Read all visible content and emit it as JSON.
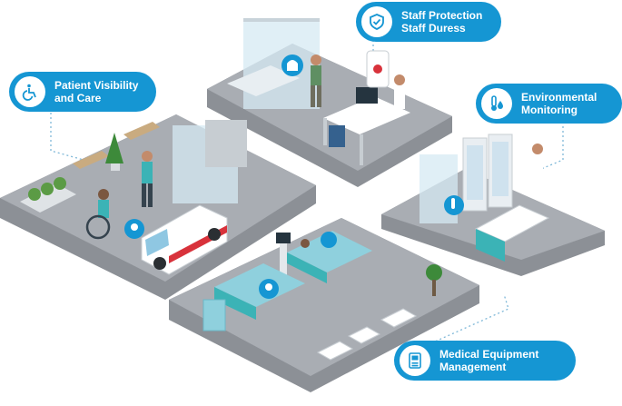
{
  "callouts": {
    "staff": {
      "line1": "Staff Protection",
      "line2": "Staff Duress",
      "icon": "shield-check-icon"
    },
    "patient": {
      "line1": "Patient Visibility",
      "line2": "and Care",
      "icon": "wheelchair-icon"
    },
    "environment": {
      "line1": "Environmental",
      "line2": "Monitoring",
      "icon": "thermometer-droplet-icon"
    },
    "equipment": {
      "line1": "Medical Equipment",
      "line2": "Management",
      "icon": "medical-device-icon"
    }
  },
  "colors": {
    "brand_blue": "#1596d3",
    "platform": "#a9adb3",
    "platform_side": "#8c9096",
    "ambulance_red": "#d8323b",
    "teal": "#3bb3b6"
  }
}
